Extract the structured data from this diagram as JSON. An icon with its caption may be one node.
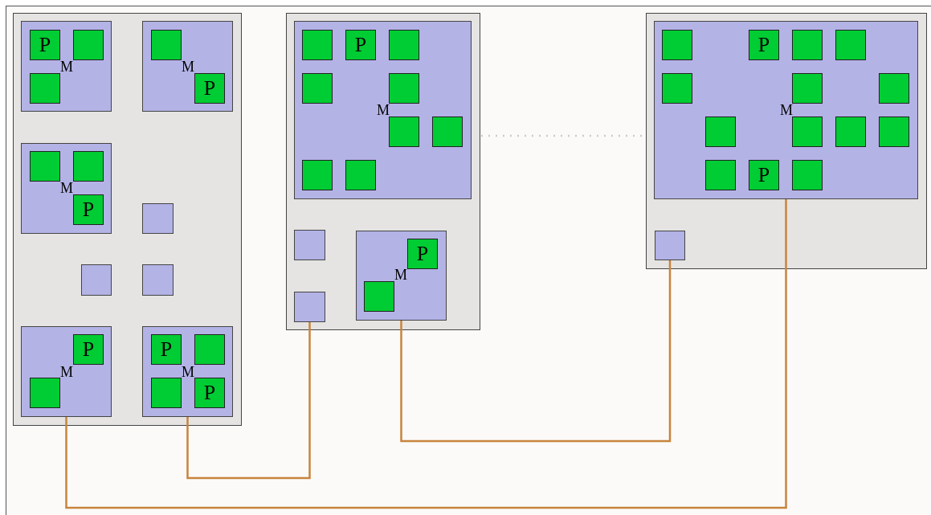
{
  "diagram": {
    "nodes": [
      {
        "text": [],
        "shape": "box"
      },
      {
        "text": [
          "M"
        ],
        "in": 0
      },
      {
        "text": [
          "P"
        ],
        "in": 1
      },
      {
        "text": [],
        "shape": "box",
        "in": 1
      },
      {
        "text": [],
        "shape": "box",
        "in": 1
      },
      {
        "text": [
          "M"
        ],
        "in": 0
      },
      {
        "text": [],
        "shape": "box",
        "in": 5
      },
      {
        "text": [
          "P"
        ],
        "in": 5
      },
      {
        "text": [
          "M"
        ],
        "in": 0
      },
      {
        "text": [],
        "shape": "box",
        "in": 8
      },
      {
        "text": [],
        "shape": "box",
        "in": 8
      },
      {
        "text": [
          "P"
        ],
        "in": 8
      },
      {
        "text": [],
        "shape": "box",
        "in": 0
      },
      {
        "text": [],
        "shape": "box",
        "in": 0
      },
      {
        "text": [],
        "shape": "box",
        "in": 0
      },
      {
        "text": [
          "M"
        ],
        "in": 0
      },
      {
        "text": [
          "P"
        ],
        "in": 15
      },
      {
        "text": [],
        "shape": "box",
        "in": 15
      },
      {
        "text": [
          "M"
        ],
        "in": 0
      },
      {
        "text": [
          "P"
        ],
        "in": 18
      },
      {
        "text": [],
        "shape": "box",
        "in": 18
      },
      {
        "text": [],
        "shape": "box",
        "in": 18
      },
      {
        "text": [
          "P"
        ],
        "in": 18
      },
      {
        "text": [],
        "shape": "box"
      },
      {
        "text": [
          "M"
        ],
        "in": 23
      },
      {
        "text": [],
        "shape": "box",
        "in": 24
      },
      {
        "text": [
          "P"
        ],
        "in": 24
      },
      {
        "text": [],
        "shape": "box",
        "in": 24
      },
      {
        "text": [],
        "shape": "box",
        "in": 24
      },
      {
        "text": [],
        "shape": "box",
        "in": 24
      },
      {
        "text": [],
        "shape": "box",
        "in": 24
      },
      {
        "text": [],
        "shape": "box",
        "in": 24
      },
      {
        "text": [],
        "shape": "box",
        "in": 24
      },
      {
        "text": [],
        "shape": "box",
        "in": 24
      },
      {
        "text": [],
        "shape": "box",
        "in": 23
      },
      {
        "text": [],
        "shape": "box",
        "in": 23
      },
      {
        "text": [
          "M"
        ],
        "in": 23
      },
      {
        "text": [
          "P"
        ],
        "in": 36
      },
      {
        "text": [],
        "shape": "box",
        "in": 36
      },
      {
        "text": [],
        "shape": "box"
      },
      {
        "text": [
          "M"
        ],
        "in": 39
      },
      {
        "text": [],
        "shape": "box",
        "in": 40
      },
      {
        "text": [
          "P"
        ],
        "in": 40
      },
      {
        "text": [],
        "shape": "box",
        "in": 40
      },
      {
        "text": [],
        "shape": "box",
        "in": 40
      },
      {
        "text": [],
        "shape": "box",
        "in": 40
      },
      {
        "text": [],
        "shape": "box",
        "in": 40
      },
      {
        "text": [],
        "shape": "box",
        "in": 40
      },
      {
        "text": [],
        "shape": "box",
        "in": 40
      },
      {
        "text": [],
        "shape": "box",
        "in": 40
      },
      {
        "text": [],
        "shape": "box",
        "in": 40
      },
      {
        "text": [],
        "shape": "box",
        "in": 40
      },
      {
        "text": [],
        "shape": "box",
        "in": 40
      },
      {
        "text": [
          "P"
        ],
        "in": 40
      },
      {
        "text": [],
        "shape": "box",
        "in": 40
      },
      {
        "text": [],
        "shape": "box",
        "in": 39
      }
    ],
    "edges": [
      {
        "from": 15,
        "to": 40,
        "arrow": "none"
      },
      {
        "from": 18,
        "to": 35,
        "arrow": "none"
      },
      {
        "from": 36,
        "to": 55,
        "arrow": "none"
      },
      {
        "from": 23,
        "to": 39,
        "arrow": "none",
        "style": "dashed",
        "color": "#cccccc"
      }
    ]
  }
}
